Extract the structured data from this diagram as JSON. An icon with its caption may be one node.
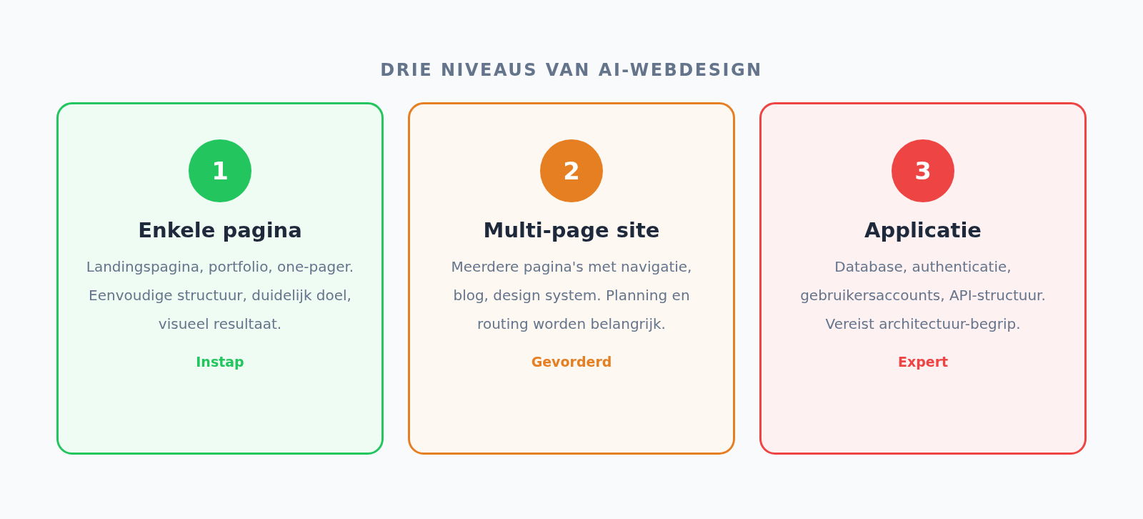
{
  "diagram": {
    "title": "DRIE NIVEAUS VAN AI-WEBDESIGN",
    "nodes": [
      {
        "text": [
          "Enkele pagina",
          "Landingspagina, portfolio, one-pager. Eenvoudige structuur, duidelijk doel, visueel resultaat.",
          "Instap"
        ]
      },
      {
        "text": [
          "1"
        ],
        "in": 0
      },
      {
        "text": [
          "Multi-page site",
          "Meerdere pagina's met navigatie, blog, design system. Planning en routing worden belangrijk.",
          "Gevorderd"
        ]
      },
      {
        "text": [
          "2"
        ],
        "in": 2
      },
      {
        "text": [
          "Applicatie",
          "Database, authenticatie, gebruikersaccounts, API-structuur. Vereist architectuur-begrip.",
          "Expert"
        ]
      },
      {
        "text": [
          "3"
        ],
        "in": 4
      }
    ]
  }
}
